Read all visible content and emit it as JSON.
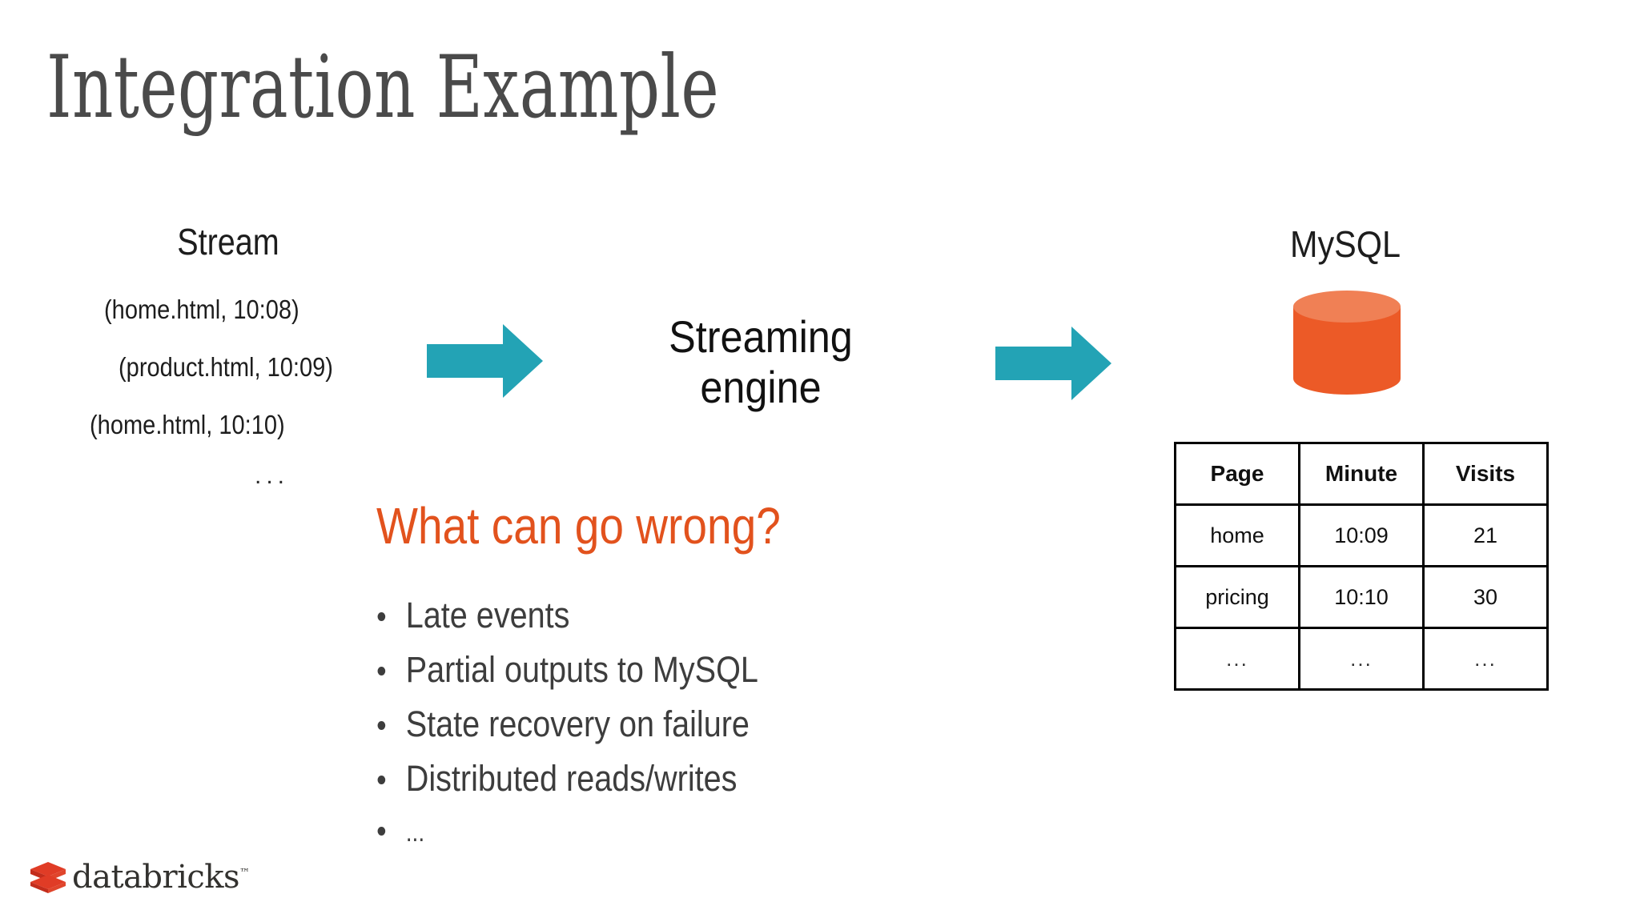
{
  "slide": {
    "title": "Integration Example",
    "background_color": "#ffffff"
  },
  "colors": {
    "arrow_teal": "#23A3B5",
    "accent_orange": "#E2521D",
    "cylinder_body": "#EC5A27",
    "cylinder_top": "#F08055",
    "logo_red": "#E03C26",
    "text_dark": "#1d1d1d",
    "bullet_gray": "#3d3d3d"
  },
  "stream": {
    "heading": "Stream",
    "events": [
      "(home.html,  10:08)",
      "(product.html,  10:09)",
      "(home.html,  10:10)"
    ],
    "ellipsis": "..."
  },
  "arrows": [
    {
      "name": "arrow-stream-to-engine",
      "direction": "right"
    },
    {
      "name": "arrow-engine-to-mysql",
      "direction": "right"
    }
  ],
  "engine": {
    "line1": "Streaming",
    "line2": "engine"
  },
  "mysql": {
    "heading": "MySQL",
    "icon": "database-cylinder-icon",
    "table": {
      "headers": [
        "Page",
        "Minute",
        "Visits"
      ],
      "rows": [
        [
          "home",
          "10:09",
          "21"
        ],
        [
          "pricing",
          "10:10",
          "30"
        ],
        [
          "...",
          "...",
          "..."
        ]
      ]
    }
  },
  "concerns": {
    "question": "What can go wrong?",
    "items": [
      "Late events",
      "Partial outputs to MySQL",
      "State recovery on failure",
      "Distributed reads/writes",
      "..."
    ]
  },
  "logo": {
    "wordmark": "databricks",
    "trademark": "™"
  }
}
